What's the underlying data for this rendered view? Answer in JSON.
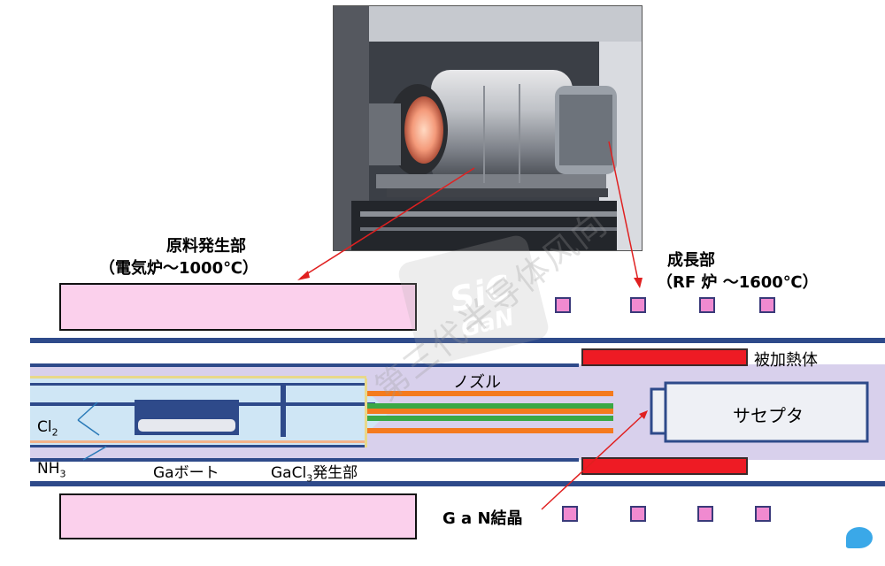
{
  "labels": {
    "raw_material_title": "原料発生部",
    "raw_material_sub": "（電気炉～1000℃）",
    "growth_title": "成長部",
    "growth_sub": "（RF 炉 ～1600℃）",
    "heated_body": "被加熱体",
    "nozzle": "ノズル",
    "susceptor": "サセプタ",
    "cl2": "Cl",
    "cl2_sub": "2",
    "nh3": "NH",
    "nh3_sub": "3",
    "ga_boat": "Gaボート",
    "gacl3_prefix": "GaCl",
    "gacl3_sub": "3",
    "gacl3_suffix": "発生部",
    "gan_crystal": "G a N結晶"
  },
  "watermark": {
    "logo_line1": "SiC",
    "logo_line2": "GaN",
    "text": "第三代半导体风向"
  },
  "colors": {
    "furnace_pink": "#fbd0ec",
    "coil_pink": "#f08ad0",
    "tube_lavender": "#d8d0ec",
    "tube_navy": "#2e4a8a",
    "heater_red": "#ee1b24",
    "nozzle_orange": "#f47a1e",
    "nozzle_green": "#3aa846",
    "arrow_red": "#e02020",
    "gas_blue": "#2a7ab8"
  }
}
